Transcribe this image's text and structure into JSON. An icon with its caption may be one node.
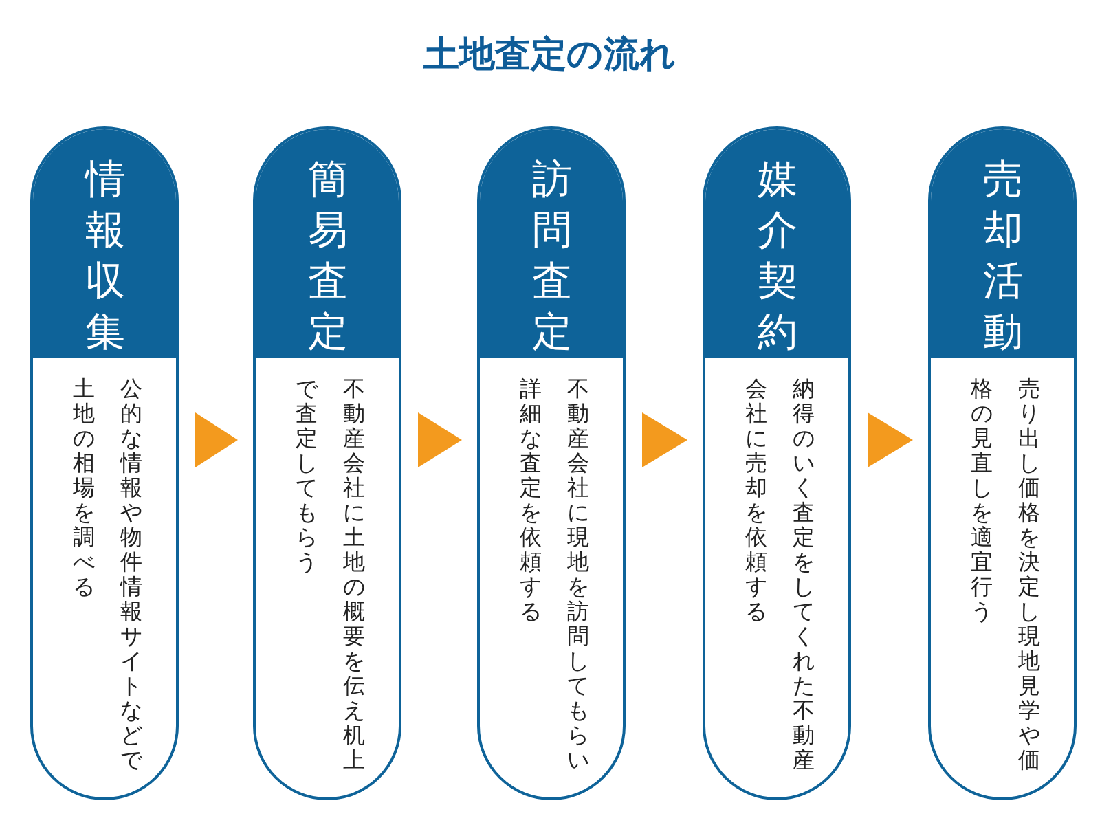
{
  "diagram": {
    "title": "土地査定の流れ",
    "nodes": [
      {
        "text": [
          "情報収集",
          "公的な情報や物件情報サイトなどで土地の相場を調べる"
        ]
      },
      {
        "text": [
          "簡易査定",
          "不動産会社に土地の概要を伝え机上で査定してもらう"
        ]
      },
      {
        "text": [
          "訪問査定",
          "不動産会社に現地を訪問してもらい詳細な査定を依頼する"
        ]
      },
      {
        "text": [
          "媒介契約",
          "納得のいく査定をしてくれた不動産会社に売却を依頼する"
        ]
      },
      {
        "text": [
          "売却活動",
          "売り出し価格を決定し現地見学や価格の見直しを適宜行う"
        ]
      }
    ],
    "edges": [
      {
        "from": 0,
        "to": 1,
        "arrow": "to"
      },
      {
        "from": 1,
        "to": 2,
        "arrow": "to"
      },
      {
        "from": 2,
        "to": 3,
        "arrow": "to"
      },
      {
        "from": 3,
        "to": 4,
        "arrow": "to"
      }
    ]
  }
}
